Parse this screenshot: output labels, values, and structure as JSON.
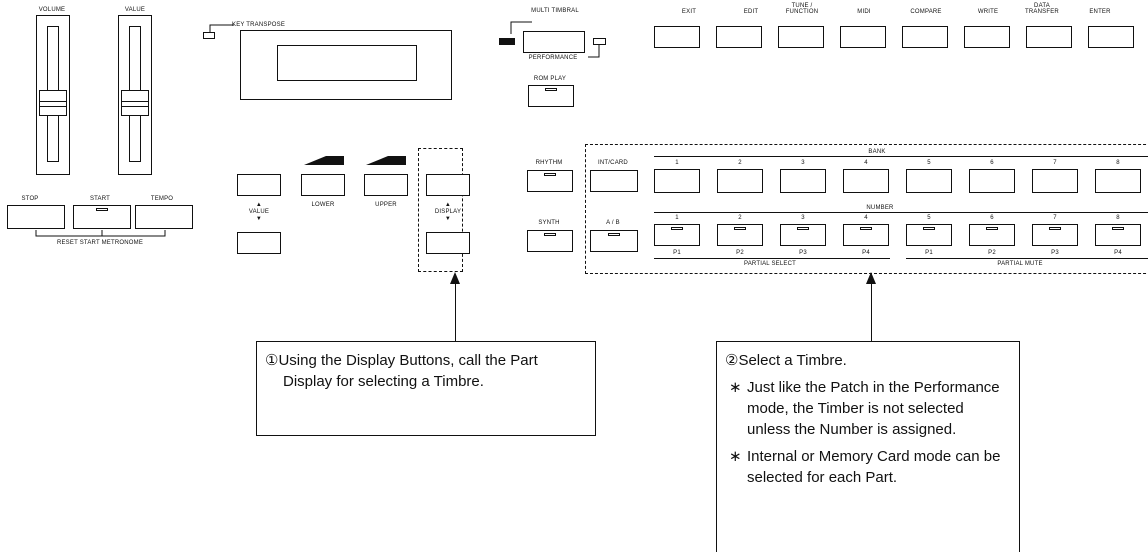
{
  "left_panel": {
    "volume_label": "VOLUME",
    "value_label": "VALUE",
    "stop_label": "STOP",
    "start_label": "START",
    "tempo_label": "TEMPO",
    "bracket_caption": "RESET START  METRONOME"
  },
  "display_section": {
    "key_transpose_label": "KEY TRANSPOSE",
    "value_label": "VALUE",
    "lower_label": "LOWER",
    "upper_label": "UPPER",
    "display_label": "DISPLAY"
  },
  "mode_buttons": {
    "multi_timbral_label": "MULTI TIMBRAL",
    "performance_label": "PERFORMANCE",
    "rom_play_label": "ROM PLAY",
    "rhythm_label": "RHYTHM",
    "synth_label": "SYNTH",
    "int_card_label": "INT/CARD",
    "ab_label": "A / B"
  },
  "top_buttons": [
    {
      "label": "EXIT"
    },
    {
      "label": "EDIT"
    },
    {
      "label": "TUNE / FUNCTION"
    },
    {
      "label": "MIDI"
    },
    {
      "label": "COMPARE"
    },
    {
      "label": "WRITE"
    },
    {
      "label": "DATA TRANSFER"
    },
    {
      "label": "ENTER"
    }
  ],
  "bank_row": {
    "header": "BANK",
    "numbers": [
      "1",
      "2",
      "3",
      "4",
      "5",
      "6",
      "7",
      "8"
    ]
  },
  "number_row": {
    "header": "NUMBER",
    "numbers": [
      "1",
      "2",
      "3",
      "4",
      "5",
      "6",
      "7",
      "8"
    ],
    "sub_labels": [
      "P1",
      "P2",
      "P3",
      "P4",
      "P1",
      "P2",
      "P3",
      "P4"
    ],
    "partial_select": "PARTIAL SELECT",
    "partial_mute": "PARTIAL MUTE"
  },
  "callouts": {
    "note1_marker": "①",
    "note1_text": "Using the Display Buttons, call the Part Display for selecting a Timbre.",
    "note2_marker": "②",
    "note2_title": "Select a Timbre.",
    "bullet1_marker": "∗",
    "bullet1_text": "Just like the Patch in the Performance mode, the Timber is not selected unless the Number is assigned.",
    "bullet2_marker": "∗",
    "bullet2_text": "Internal or Memory Card mode can be selected for each Part."
  }
}
